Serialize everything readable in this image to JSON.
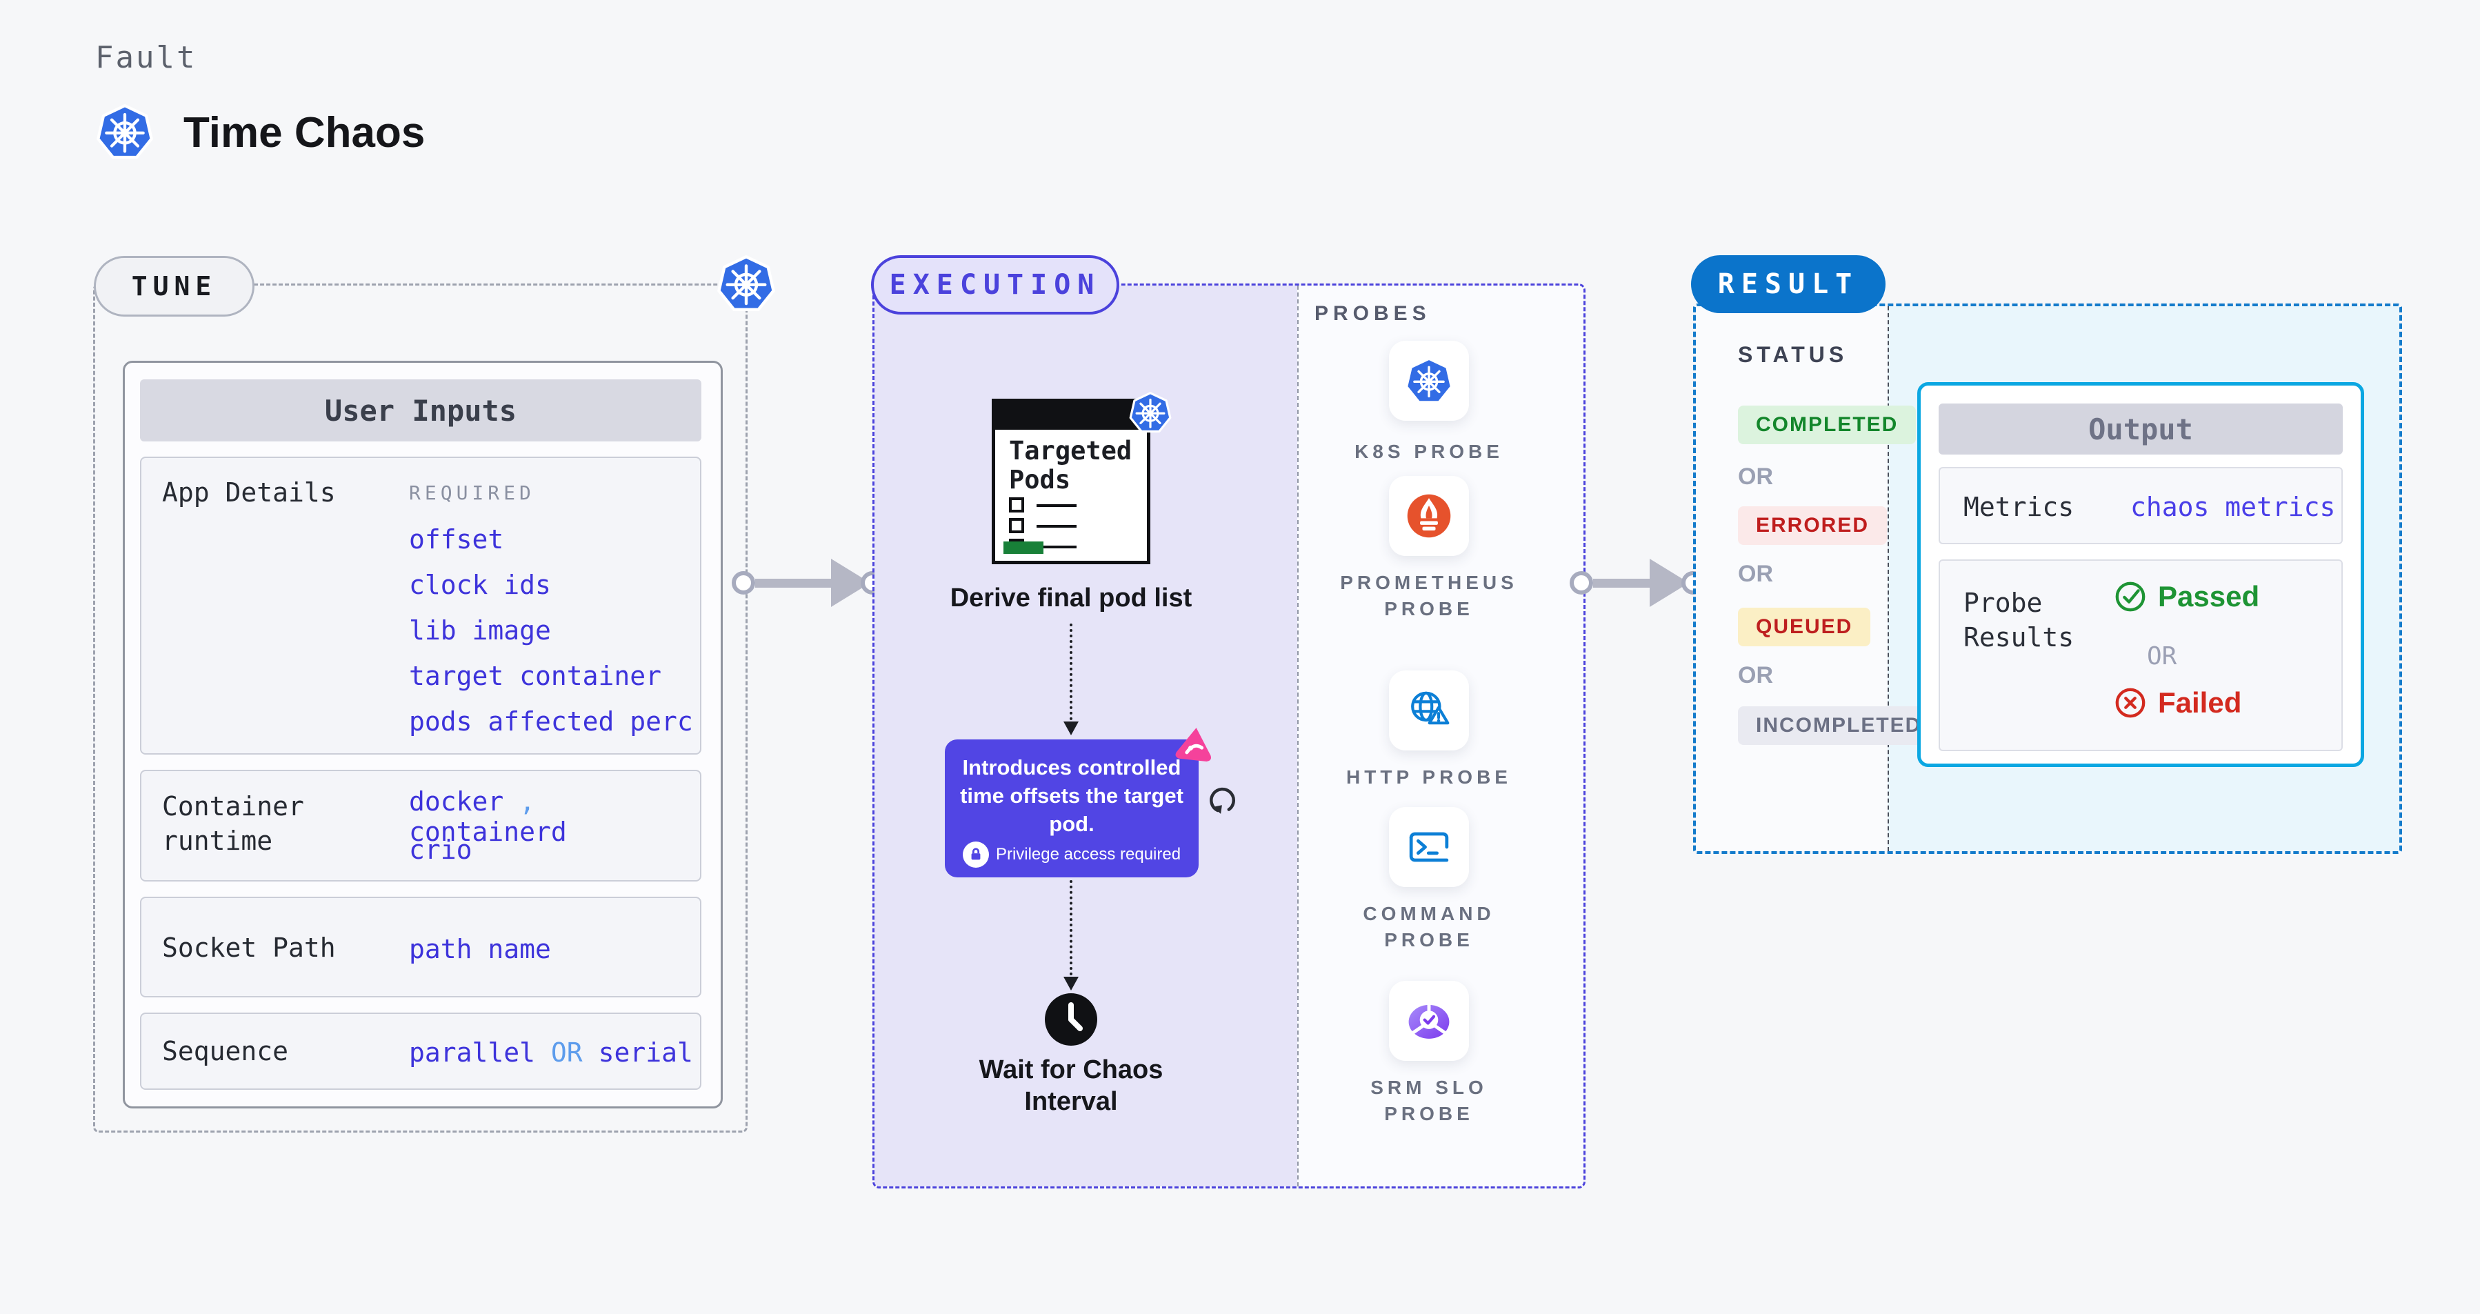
{
  "header": {
    "eyebrow": "Fault",
    "title": "Time Chaos",
    "icon": "kubernetes-icon"
  },
  "tune": {
    "badge_label": "TUNE",
    "corner_icon": "kubernetes-icon",
    "user_inputs": {
      "title": "User Inputs",
      "app_details": {
        "label": "App Details",
        "required_label": "REQUIRED",
        "links": [
          "offset",
          "clock ids",
          "lib image",
          "target container",
          "pods affected perc"
        ]
      },
      "container_runtime": {
        "label": "Container runtime",
        "value_a": "docker",
        "separator": ",",
        "value_b": "containerd",
        "value_c": "crio"
      },
      "socket_path": {
        "label": "Socket Path",
        "value": "path name"
      },
      "sequence": {
        "label": "Sequence",
        "left": "parallel",
        "or": "OR",
        "right": "serial"
      }
    }
  },
  "execution": {
    "badge_label": "EXECUTION",
    "targeted_pods": {
      "title": "Targeted\nPods",
      "icon": "checklist-window-icon",
      "badge_icon": "kubernetes-icon"
    },
    "derive_label": "Derive final pod list",
    "tooltip": {
      "text": "Introduces controlled time offsets the target pod.",
      "note": "Privilege access required",
      "note_icon": "lock-icon",
      "corner_icon": "chaos-icon",
      "side_icon": "refresh-icon"
    },
    "wait_label": "Wait for Chaos\nInterval",
    "wait_icon": "clock-icon"
  },
  "probes": {
    "title": "PROBES",
    "items": [
      {
        "label": "K8S PROBE",
        "icon": "kubernetes-icon"
      },
      {
        "label": "PROMETHEUS\nPROBE",
        "icon": "prometheus-icon"
      },
      {
        "label": "HTTP PROBE",
        "icon": "http-globe-icon"
      },
      {
        "label": "COMMAND\nPROBE",
        "icon": "terminal-icon"
      },
      {
        "label": "SRM SLO\nPROBE",
        "icon": "srm-slo-icon"
      }
    ]
  },
  "result": {
    "badge_label": "RESULT",
    "status": {
      "title": "STATUS",
      "or_label": "OR",
      "items": [
        {
          "label": "COMPLETED",
          "fg": "#13862B",
          "bg": "#DCF3DE"
        },
        {
          "label": "ERRORED",
          "fg": "#BF1D1D",
          "bg": "#FBE9E9"
        },
        {
          "label": "QUEUED",
          "fg": "#BE1F1F",
          "bg": "#FBEFC5"
        },
        {
          "label": "INCOMPLETED",
          "fg": "#6B7084",
          "bg": "#E9EAF1"
        }
      ]
    },
    "output": {
      "title": "Output",
      "metrics_label": "Metrics",
      "metrics_value": "chaos metrics",
      "probe_results_label": "Probe Results",
      "passed_label": "Passed",
      "or_label": "OR",
      "failed_label": "Failed",
      "passed_icon": "check-circle-icon",
      "failed_icon": "x-circle-icon"
    }
  },
  "colors": {
    "page_bg": "#F6F7F9",
    "link_indigo": "#3D33DB",
    "light_blue": "#5D9CEC",
    "execution_accent": "#4B42DC",
    "execution_bg": "#E6E4F8",
    "tooltip_bg": "#5145E4",
    "result_accent": "#147BCB",
    "result_badge_bg": "#0B74CB",
    "result_right_bg": "#E9F6FC",
    "output_border": "#0BA7E2",
    "passed_green": "#1E9434",
    "failed_red": "#D32A1F",
    "kubernetes_blue": "#326CE5",
    "prometheus_orange": "#E6522C",
    "probe_icon_blue": "#0C7FD6",
    "srm_purple": "#7C3AED",
    "chaos_pink": "#F5429B",
    "connector_gray": "#B5B7C5",
    "targeted_green": "#188038"
  }
}
